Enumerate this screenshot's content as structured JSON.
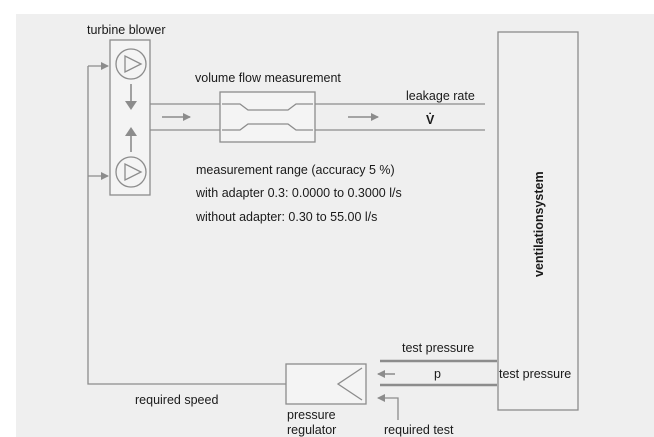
{
  "labels": {
    "turbine_blower": "turbine blower",
    "volume_flow_measurement": "volume flow measurement",
    "leakage_rate": "leakage rate",
    "flow_symbol": "V̇",
    "measurement_range": "measurement range (accuracy 5 %)",
    "with_adapter": "with adapter 0.3:  0.0000 to 0.3000 l/s",
    "without_adapter": "without adapter:    0.30 to 55.00 l/s",
    "ventilationsystem": "ventilationsystem",
    "test_pressure_top": "test pressure",
    "test_pressure_right": "test pressure",
    "p_symbol": "p",
    "required_speed": "required speed",
    "pressure_regulator_line1": "pressure",
    "pressure_regulator_line2": "regulator",
    "required_test": "required test"
  },
  "colors": {
    "panel": "#efefef",
    "line": "#8c8c8c",
    "text": "#1a1a1a"
  }
}
